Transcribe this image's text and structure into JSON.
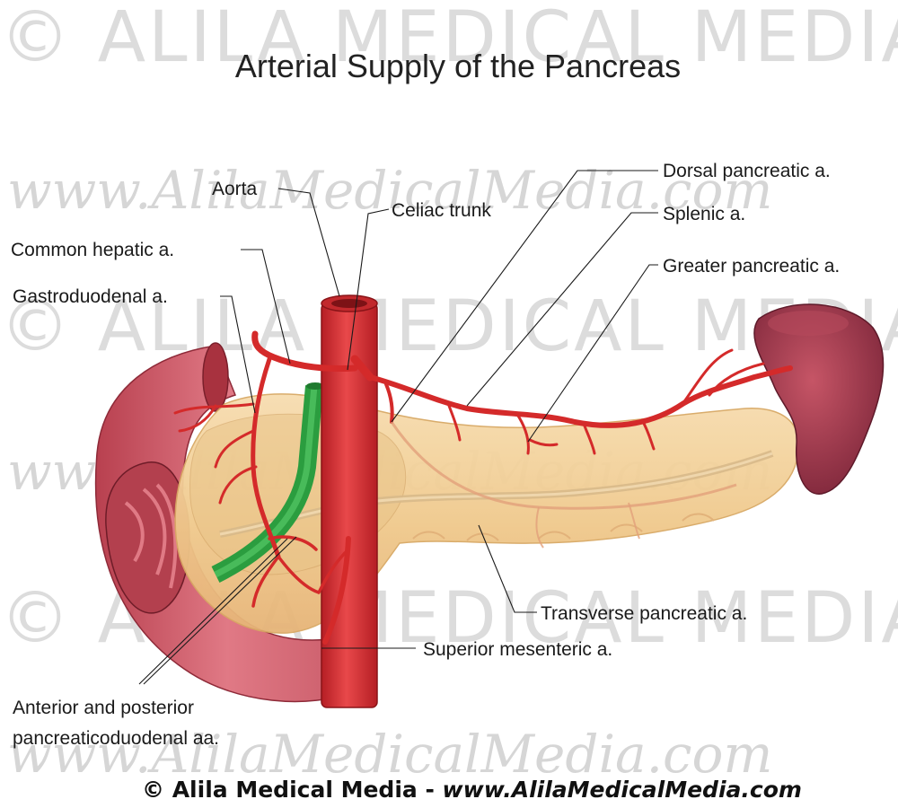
{
  "title": "Arterial Supply of the Pancreas",
  "watermark": {
    "caps": "© ALILA MEDICAL MEDIA",
    "script": "www.AlilaMedicalMedia.com"
  },
  "labels": {
    "aorta": "Aorta",
    "celiac_trunk": "Celiac trunk",
    "common_hepatic": "Common hepatic a.",
    "gastroduodenal": "Gastroduodenal a.",
    "dorsal_pancreatic": "Dorsal pancreatic a.",
    "splenic": "Splenic a.",
    "greater_pancreatic": "Greater pancreatic a.",
    "transverse_pancreatic": "Transverse pancreatic a.",
    "superior_mesenteric": "Superior mesenteric a.",
    "pancreaticoduodenal_line1": "Anterior and posterior",
    "pancreaticoduodenal_line2": "pancreaticoduodenal aa."
  },
  "footer": {
    "copyright": "© Alila Medical Media - ",
    "url": "www.AlilaMedicalMedia.com"
  },
  "colors": {
    "artery": "#d42a2a",
    "pancreas": "#f4d49a",
    "duodenum": "#c85a66",
    "spleen": "#9c3a4c",
    "bile_duct": "#2eaa44"
  }
}
